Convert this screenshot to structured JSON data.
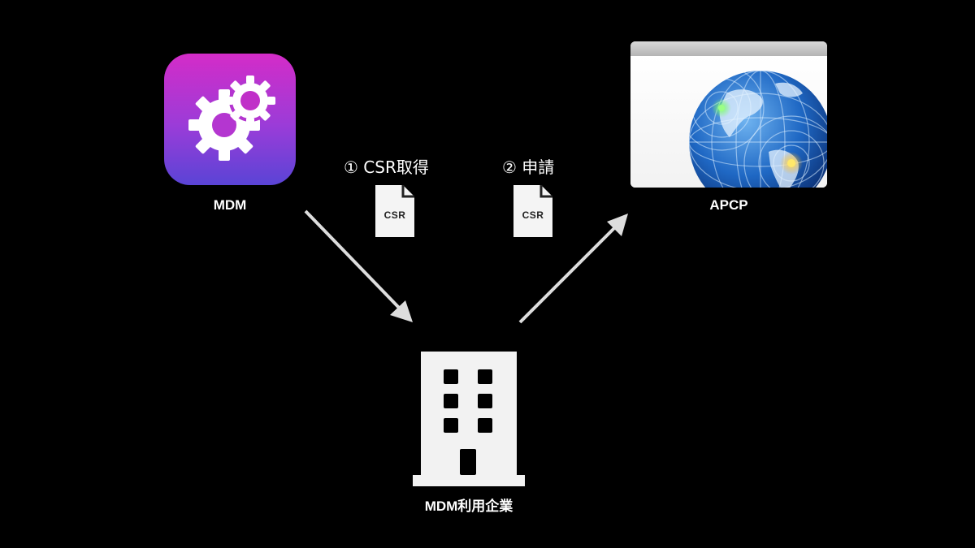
{
  "nodes": {
    "mdm": {
      "label": "MDM",
      "icon": "gear-app-icon",
      "gradient": [
        "#d42cc8",
        "#5a44d6"
      ]
    },
    "apcp": {
      "label": "APCP",
      "icon": "globe-network-icon"
    },
    "company": {
      "label": "MDM利用企業",
      "icon": "office-building-icon"
    }
  },
  "steps": [
    {
      "label": "① CSR取得",
      "document": "CSR"
    },
    {
      "label": "② 申請",
      "document": "CSR"
    }
  ],
  "colors": {
    "background": "#000000",
    "arrow": "#dddddd",
    "building": "#f2f2f2"
  }
}
